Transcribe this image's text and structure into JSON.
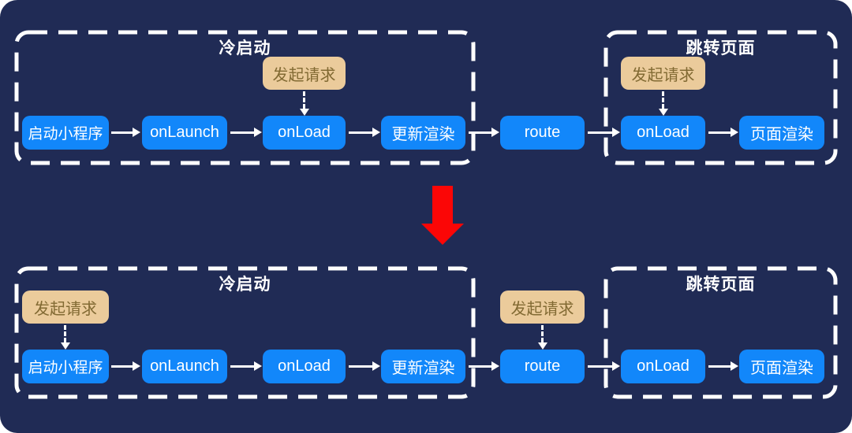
{
  "colors": {
    "background": "#202b55",
    "node_blue": "#1287fa",
    "node_text": "#ffffff",
    "request_bg": "#ebcb9b",
    "request_text": "#826a33",
    "dashed_border": "#ffffff",
    "transition_arrow_red": "#fb0606"
  },
  "before": {
    "coldstart": {
      "title": "冷启动",
      "nodes": [
        "启动小程序",
        "onLaunch",
        "onLoad",
        "更新渲染"
      ],
      "request": "发起请求"
    },
    "route": "route",
    "jump": {
      "title": "跳转页面",
      "nodes": [
        "onLoad",
        "页面渲染"
      ],
      "request": "发起请求"
    }
  },
  "after": {
    "coldstart": {
      "title": "冷启动",
      "nodes": [
        "启动小程序",
        "onLaunch",
        "onLoad",
        "更新渲染"
      ],
      "request": "发起请求"
    },
    "route": "route",
    "route_request": "发起请求",
    "jump": {
      "title": "跳转页面",
      "nodes": [
        "onLoad",
        "页面渲染"
      ]
    }
  }
}
